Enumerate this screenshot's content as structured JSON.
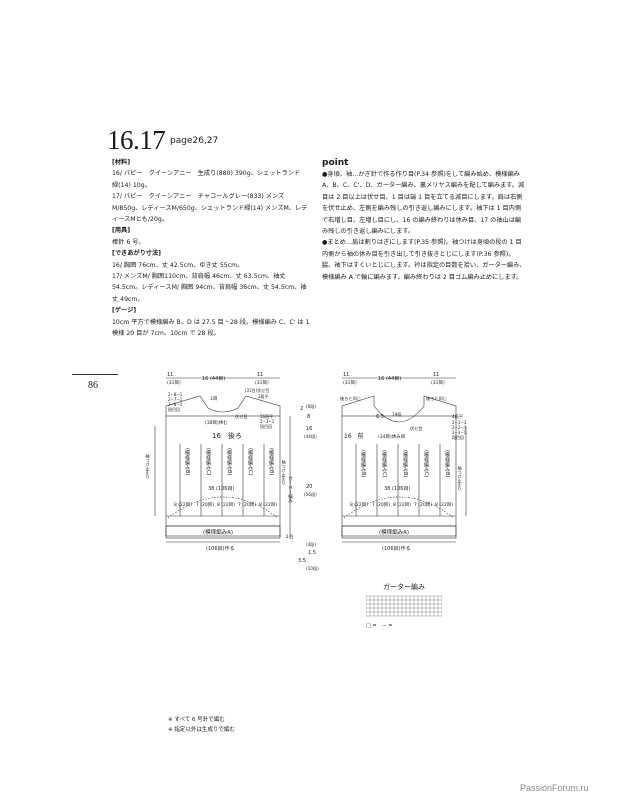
{
  "header": {
    "number": "16.17",
    "page_ref": "page26,27"
  },
  "page_number": "86",
  "left_column": [
    {
      "type": "heading",
      "text": "[材料]"
    },
    {
      "type": "text",
      "text": "16/ パピー　クイーンアニー　生成り(880) 390g、シェットランド　緑(14) 10g。"
    },
    {
      "type": "text",
      "text": "17/ パピー　クイーンアニー　チャコールグレー(833) メンズM/850g、レディースM/650g、シェットランド緑(14) メンズM、レディースMとも/20g。"
    },
    {
      "type": "heading",
      "text": "[用具]"
    },
    {
      "type": "text",
      "text": "棒針 6 号。"
    },
    {
      "type": "heading",
      "text": "[できあがり寸法]"
    },
    {
      "type": "text",
      "text": "16/ 胸囲 76cm、丈 42.5cm、ゆき丈 55cm。"
    },
    {
      "type": "text",
      "text": "17/ メンズM/ 胸囲110cm、背肩幅 46cm、丈 63.5cm、袖丈 54.5cm。レディースM/ 胸囲 94cm、背肩幅 36cm、丈 54.5cm、袖丈 49cm。"
    },
    {
      "type": "heading",
      "text": "[ゲージ]"
    },
    {
      "type": "text",
      "text": "10cm 平方で模様編み B、D は 27.5 目・28 段。模様編み C、C' は 1 模様 20 目が 7cm、10cm で 28 段。"
    }
  ],
  "point": {
    "title": "point",
    "paragraphs": [
      "●身頃、袖…かぎ針で作る作り目(P.34 参照)をして編み始め、模様編み A、B、C、C'、D、ガーター編み、裏メリヤス編みを配して編みます。減目は 2 目以上は伏せ目、1 目は端 1 目を立てる減目にします。肩は右側を伏せ止め、左側を編み残しの引き返し編みにします。袖下は 1 目内側で右増し目、左増し目にし、16 の編み終わりは休み目、17 の袖山は編み残しの引き返し編みにします。",
      "●まとめ…肩は割りはぎにします(P.35 参照)。袖つけは身頃の段の 1 目内側から袖の休み目を引き出して引き抜きとじにします(P.36 参照)。脇、袖下はすくいとじにします。衿は指定の目数を拾い、ガーター編み、模様編み A で輪に編みます。編み終わりは 2 目ゴム編み止めにします。"
    ]
  },
  "diagram_back": {
    "top_dims": [
      "11",
      "(31目)",
      "16 (44目)",
      "11",
      "(31目)"
    ],
    "neck_label": "1目",
    "shoulder_label": "(31目)伏せ目",
    "shoulder_rows": "2段平",
    "shoulder_decrease": [
      "2−8−1",
      "2−7−1",
      "2−8−1",
      "段目回"
    ],
    "neck_stitch": "(38目)休む",
    "neck_note": "伏せ目",
    "side_note": [
      "16段平",
      "2−3−1",
      "段目回"
    ],
    "piece_title": "16　後ろ",
    "pattern_columns": [
      "(模様編みB)",
      "(模様編みC)",
      "(模様編みB)",
      "(模様編みC)",
      "(模様編みB)"
    ],
    "sleeve_marker": "袖つけ止まり",
    "width_label": "38 (106目)",
    "bottom_cells": [
      "8 (22目)",
      "7 (20目)",
      "8 (22目)",
      "7 (20目)",
      "8 (22目)"
    ],
    "hem_label": "(模様編みA)",
    "cast_on": "(106目)作る",
    "right_dims": [
      "2",
      "(6段)",
      "8",
      "16",
      "(44段)",
      "20",
      "(56段)",
      "(4段)",
      "1.5",
      "3.5",
      "(10段)"
    ],
    "garter_side": "ガーター編み",
    "garter_rows": "２目"
  },
  "diagram_front": {
    "top_dims": [
      "11",
      "(31目)",
      "16 (44目)",
      "11",
      "(31目)"
    ],
    "left_callout": "後ろと同じ",
    "right_callout": "後ろと同じ",
    "neck_depth": "6.5",
    "neck_rows": "19段",
    "neck_stitch": "(34目)休み目",
    "neck_side": "伏せ目",
    "shoulder_rows": "4段平",
    "neck_decrease": [
      "2−1−3",
      "2−2−1",
      "2−3−1",
      "段目回"
    ],
    "piece_title": "16　前",
    "pattern_columns": [
      "(模様編みB)",
      "(模様編みC)",
      "(模様編みB)",
      "(模様編みC)",
      "(模様編みB)"
    ],
    "sleeve_marker": "袖つけ止まり",
    "width_label": "38 (106目)",
    "bottom_cells": [
      "8 (22目)",
      "7 (20目)",
      "8 (22目)",
      "7 (20目)",
      "8 (22目)"
    ],
    "hem_label": "(模様編みA)",
    "cast_on": "(106目)作る"
  },
  "notes": [
    "※ すべて 6 号針で編む",
    "※ 指定以外は生成りで編む"
  ],
  "garter_chart": {
    "title": "ガーター編み",
    "legend": [
      "□ = ",
      "− = "
    ]
  },
  "watermark": "PassionForum.ru"
}
